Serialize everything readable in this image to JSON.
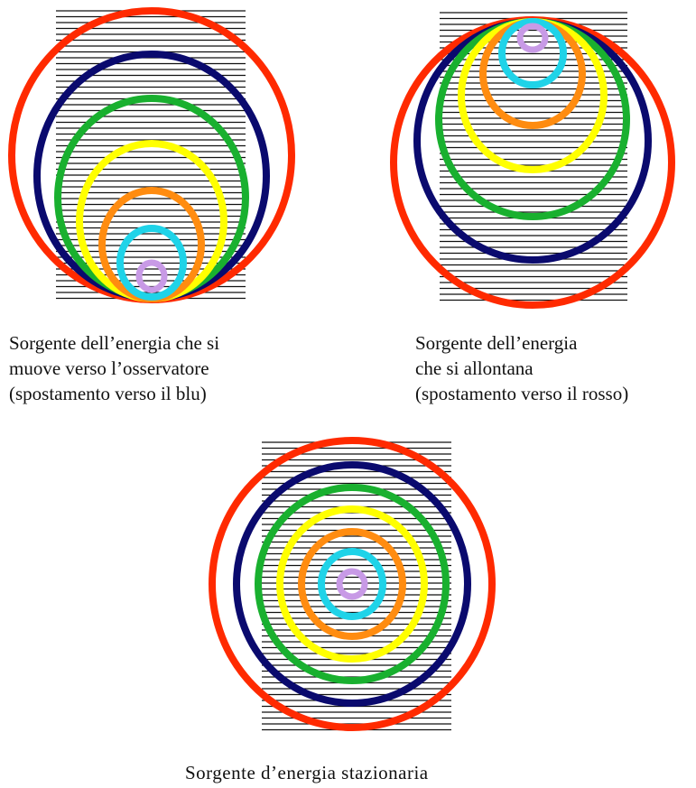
{
  "colors": {
    "hatch": "#111111",
    "rings": [
      "#ff2a00",
      "#0a0a6e",
      "#19b02f",
      "#ffff00",
      "#ff8c10",
      "#1fd3e8",
      "#c89ae6"
    ]
  },
  "panels": {
    "blue": {
      "caption": [
        "Sorgente dell’energia che si",
        "muove verso l’osservatore",
        "(spostamento verso il blu)"
      ]
    },
    "red": {
      "caption": [
        "Sorgente dell’energia",
        "che si allontana",
        "(spostamento verso il rosso)"
      ]
    },
    "stationary": {
      "caption": [
        "Sorgente d’energia stazionaria"
      ]
    }
  }
}
